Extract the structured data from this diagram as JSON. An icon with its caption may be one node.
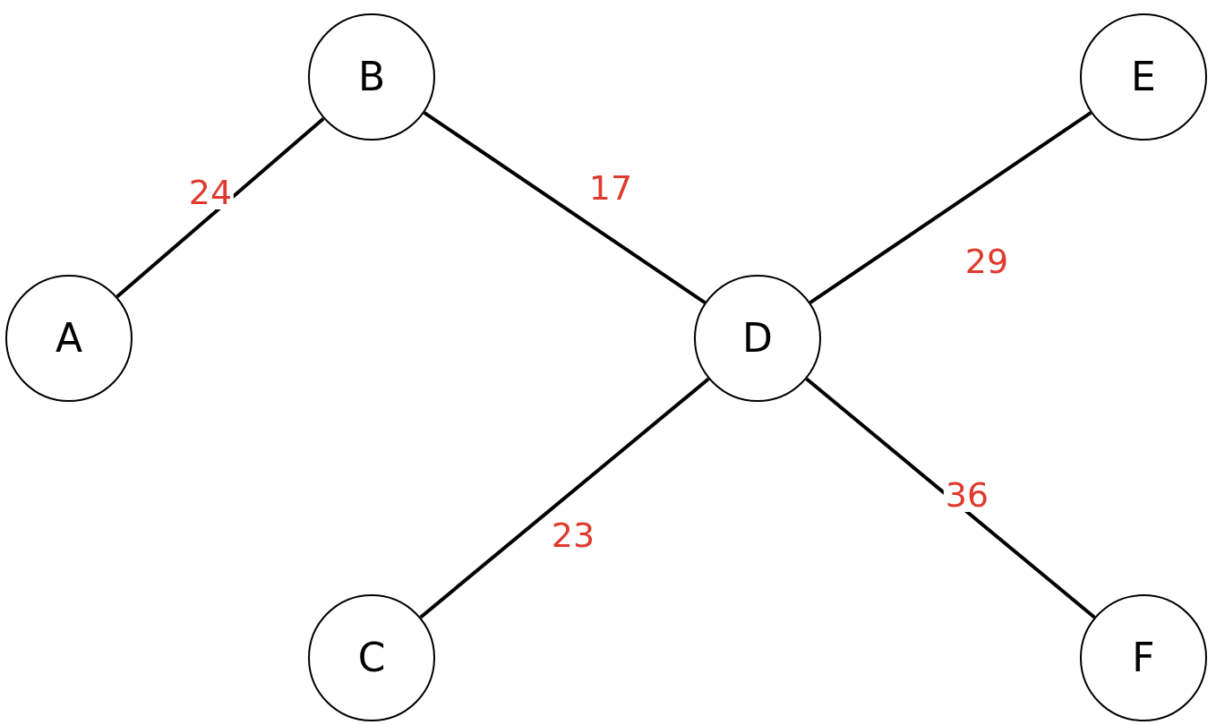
{
  "diagram": {
    "nodes": [
      {
        "text": [
          "B"
        ]
      },
      {
        "text": [
          "E"
        ]
      },
      {
        "text": [
          "A"
        ]
      },
      {
        "text": [
          "D"
        ]
      },
      {
        "text": [
          "C"
        ]
      },
      {
        "text": [
          "F"
        ]
      }
    ],
    "edges": [
      {
        "from": 2,
        "to": 0,
        "arrow": "none",
        "label": "24"
      },
      {
        "from": 0,
        "to": 3,
        "arrow": "none",
        "label": "17"
      },
      {
        "from": 3,
        "to": 1,
        "arrow": "none",
        "label": "29"
      },
      {
        "from": 3,
        "to": 4,
        "arrow": "none",
        "label": "23"
      },
      {
        "from": 3,
        "to": 5,
        "arrow": "none",
        "label": "36"
      }
    ]
  }
}
